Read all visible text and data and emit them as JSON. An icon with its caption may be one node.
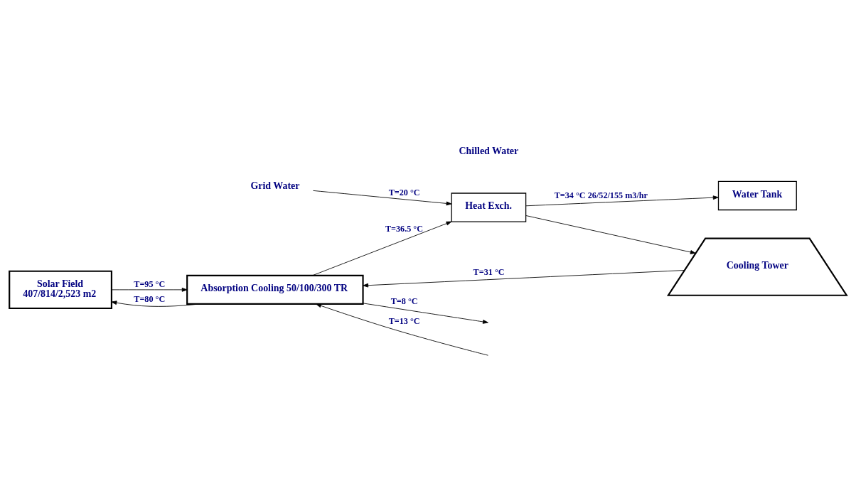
{
  "diagram": {
    "nodes": [
      {
        "text": [
          "Solar Field",
          "407/814/2,523 m2"
        ]
      },
      {
        "text": [
          "Absorption Cooling 50/100/300 TR"
        ]
      },
      {
        "text": [
          "Heat Exch."
        ]
      },
      {
        "text": [
          "Water Tank"
        ]
      },
      {
        "text": [
          "Cooling Tower"
        ]
      },
      {
        "text": [
          "Grid Water"
        ]
      }
    ],
    "edges": [
      {
        "from": 0,
        "to": 1,
        "arrow": "to",
        "label": "T=95 °C"
      },
      {
        "from": 1,
        "to": 0,
        "arrow": "to",
        "label": "T=80 °C"
      },
      {
        "from": null,
        "to": 1,
        "arrow": "to",
        "label": "T=13 °C"
      },
      {
        "from": 1,
        "to": null,
        "arrow": "to",
        "label": "T=8 °C"
      },
      {
        "from": 1,
        "to": 2,
        "arrow": "to",
        "label": "T=36.5 °C"
      },
      {
        "from": 2,
        "to": 4,
        "arrow": "to"
      },
      {
        "from": 4,
        "to": 1,
        "arrow": "to",
        "label": "T=31 °C"
      },
      {
        "from": 5,
        "to": 2,
        "arrow": "to",
        "label": "T=20 °C"
      },
      {
        "from": 2,
        "to": 3,
        "arrow": "to",
        "label": "T=34 °C 26/52/155 m3/hr"
      }
    ],
    "labels": [
      "Chilled Water"
    ]
  }
}
